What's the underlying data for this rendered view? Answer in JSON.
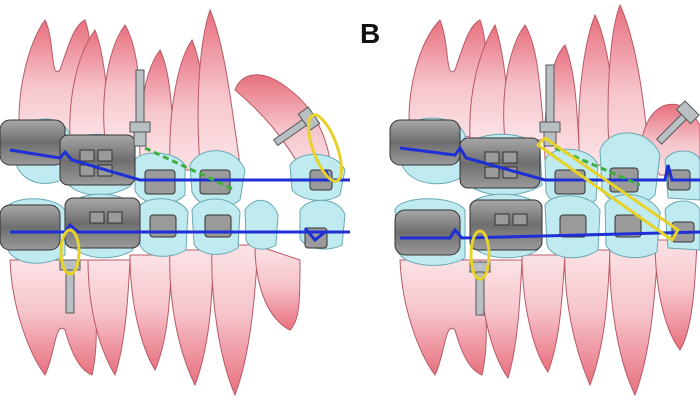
{
  "figure": {
    "panel_b_label": "B"
  },
  "colors": {
    "tooth_root": "#e8707e",
    "tooth_root_light": "#f7c9cf",
    "tooth_crown": "#bfeaf0",
    "bracket": "#9a9a9a",
    "band": "#7d7d7d",
    "archwire": "#1f2fd6",
    "elastic_chain": "#3fae3f",
    "elastic_yellow": "#e8d22a",
    "screw": "#b8c0c4",
    "outline": "#444444"
  },
  "panels": [
    {
      "id": "panel-a",
      "elements": [
        "upper-arch",
        "lower-arch",
        "upper-archwire",
        "lower-archwire",
        "upper-mini-screw",
        "lower-mini-screw",
        "anterior-mini-screw",
        "green-elastic-chain",
        "yellow-elastic-loop-upper-anterior",
        "yellow-elastic-loop-lower"
      ]
    },
    {
      "id": "panel-b",
      "elements": [
        "upper-arch",
        "lower-arch",
        "upper-archwire",
        "lower-archwire",
        "upper-mini-screw",
        "lower-mini-screw",
        "anterior-mini-screw",
        "green-elastic-chain",
        "yellow-elastic-intermaxillary",
        "yellow-elastic-loop-lower"
      ]
    }
  ]
}
